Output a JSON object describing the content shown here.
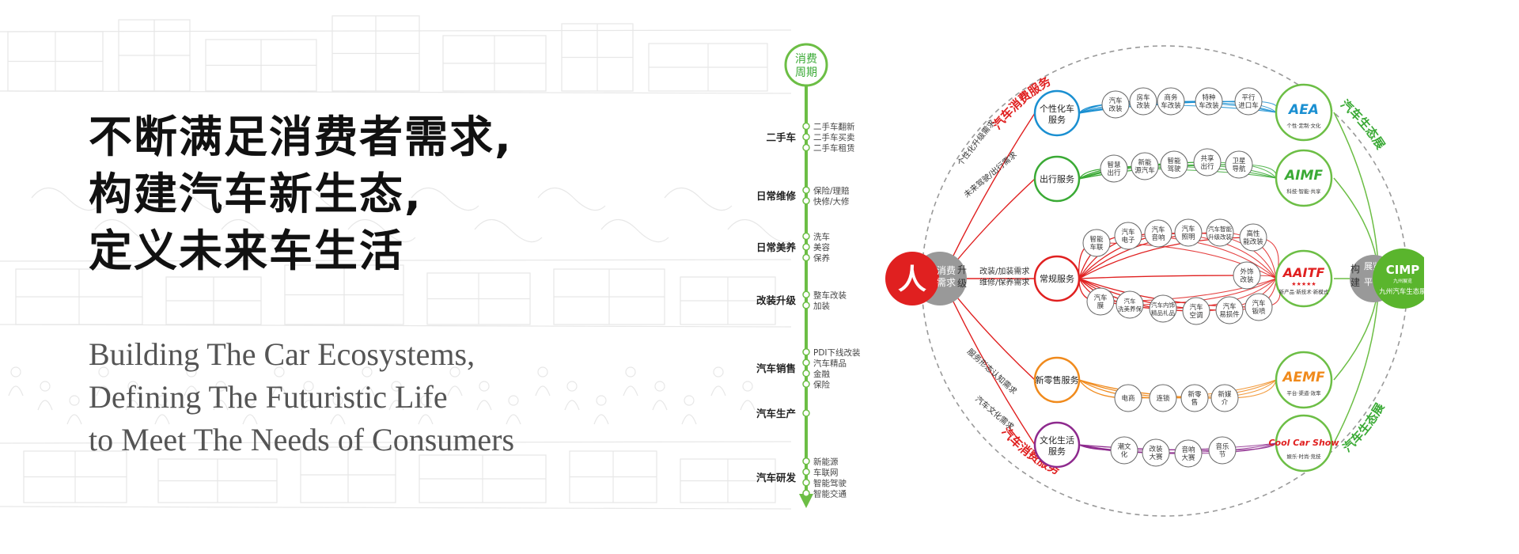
{
  "headline": {
    "cn": [
      "不断满足消费者需求,",
      "构建汽车新生态,",
      "定义未来车生活"
    ],
    "en": [
      "Building The  Car Ecosystems,",
      "Defining The Futuristic Life",
      "to Meet The Needs of Consumers"
    ]
  },
  "timeline": {
    "top_label": [
      "消费",
      "周期"
    ],
    "stages": [
      {
        "label": "二手车",
        "items": [
          "二手车翻新",
          "二手车买卖",
          "二手车租赁"
        ]
      },
      {
        "label": "日常维修",
        "items": [
          "保险/理赔",
          "快修/大修"
        ]
      },
      {
        "label": "日常美养",
        "items": [
          "洗车",
          "美容",
          "保养"
        ]
      },
      {
        "label": "改装升级",
        "items": [
          "整车改装",
          "加装"
        ]
      },
      {
        "label": "汽车销售",
        "items": [
          "PDI下线改装",
          "汽车精品",
          "金融",
          "保险"
        ]
      },
      {
        "label": "汽车生产",
        "items": []
      },
      {
        "label": "汽车研发",
        "items": [
          "新能源",
          "车联网",
          "智能驾驶",
          "智能交通"
        ]
      }
    ]
  },
  "ecosystem": {
    "person": "人",
    "demand": [
      "消费",
      "需求"
    ],
    "upgrade": [
      "升",
      "级"
    ],
    "platform_side": [
      "构",
      "建"
    ],
    "platform_label": [
      "展览",
      "平台"
    ],
    "arc_labels": {
      "top_left": "汽车消费服务",
      "bottom_left": "汽车消费服务",
      "top_right": "汽车生态展",
      "bottom_right": "汽车生态展"
    },
    "link_labels": [
      "个性化升级需求",
      "未来驾驶/出行需求",
      "改装/加装需求",
      "维修/保养需求",
      "服务形态认知需求",
      "汽车文化需求"
    ],
    "services": [
      {
        "name": "个性化车服务",
        "color": "#1a8fd1",
        "items": [
          "汽车改装",
          "房车改装",
          "商务车改装",
          "特种车改装",
          "平行进口车"
        ]
      },
      {
        "name": "出行服务",
        "color": "#3aaa35",
        "items": [
          "智慧出行",
          "新能源汽车",
          "智能驾驶",
          "共享出行",
          "卫星导航"
        ]
      },
      {
        "name": "常规服务",
        "color": "#e02020",
        "items": [
          "智能车联",
          "汽车电子",
          "汽车音响",
          "汽车照明",
          "汽车智能升级改装",
          "高性能改装",
          "外饰改装",
          "汽车膜",
          "汽车洗美养保",
          "汽车内饰精品礼品",
          "汽车空调",
          "汽车易损件",
          "汽车钣喷"
        ]
      },
      {
        "name": "新零售服务",
        "color": "#f08a1c",
        "items": [
          "电商",
          "连锁",
          "新零售",
          "新媒介"
        ]
      },
      {
        "name": "文化生活服务",
        "color": "#8e2a8e",
        "items": [
          "潮文化",
          "改装大赛",
          "音响大赛",
          "音乐节"
        ]
      }
    ],
    "exhibitions": [
      {
        "name": "AEA",
        "sub": "个性·定制·文化",
        "color": "#1a8fd1"
      },
      {
        "name": "AIMF",
        "sub": "科技·智能·共享",
        "color": "#3aaa35"
      },
      {
        "name": "AAITF",
        "sub": "新产品·新技术·新模式",
        "color": "#e02020",
        "stars": "★★★★★"
      },
      {
        "name": "AEMF",
        "sub": "平台·渠道·效率",
        "color": "#f08a1c"
      },
      {
        "name": "Cool Car Show",
        "sub": "娱乐·时尚·竞技",
        "color": "#e02020"
      }
    ],
    "hub": {
      "logo": "CIMP",
      "logo_sub": "九州展览",
      "name": "九州汽车生态展"
    }
  }
}
